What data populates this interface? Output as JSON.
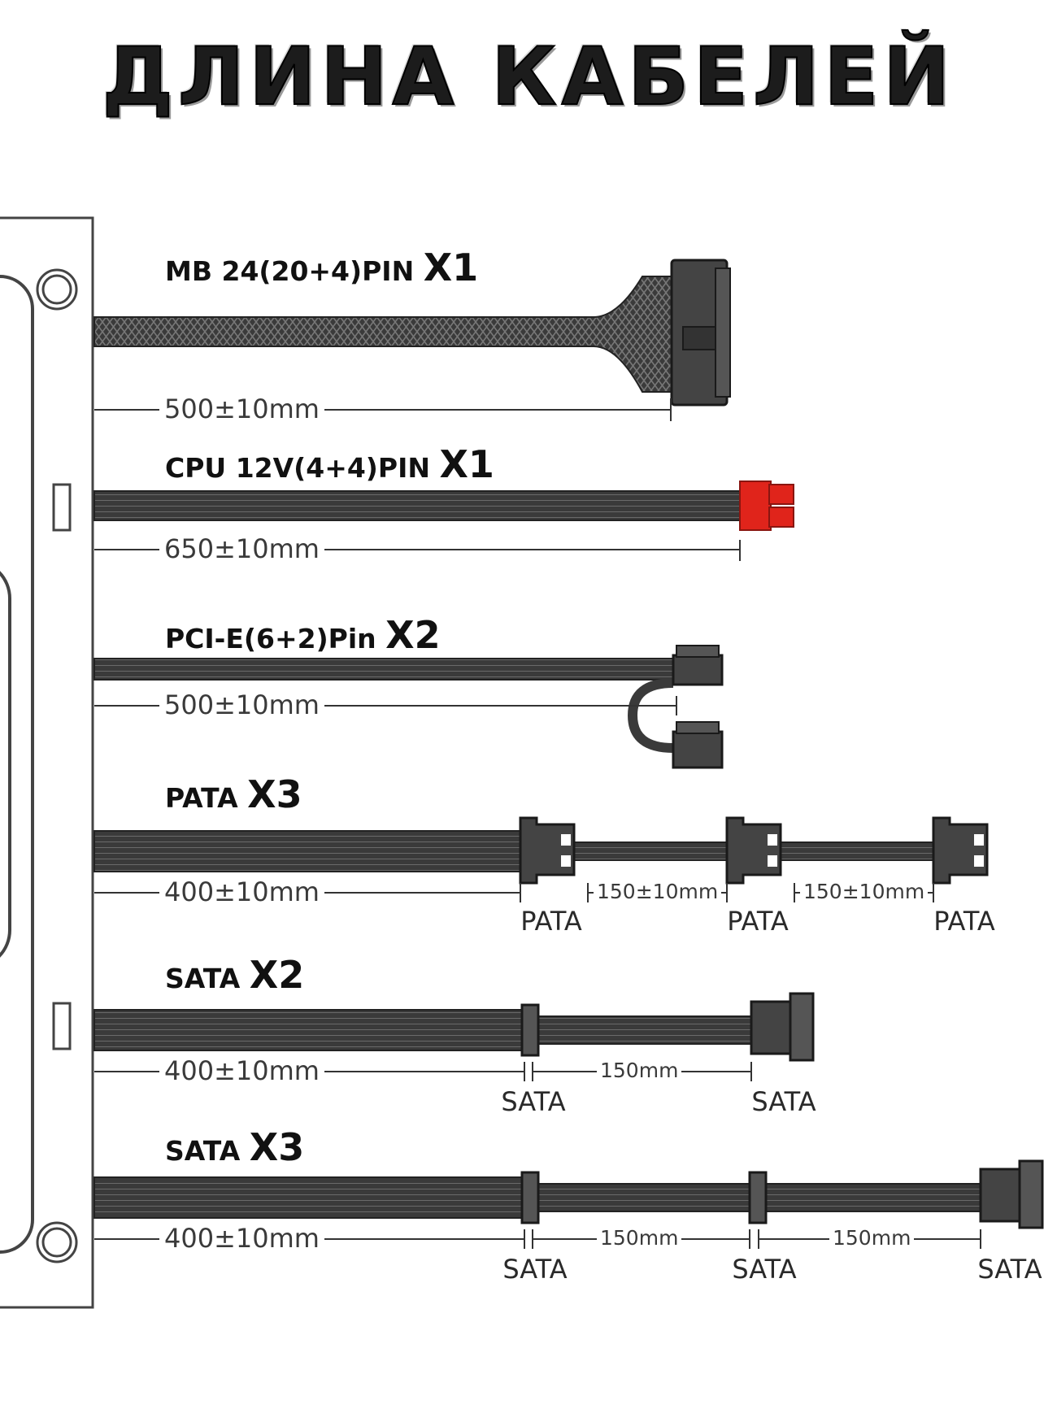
{
  "title": "ДЛИНА КАБЕЛЕЙ",
  "colors": {
    "cable": "#3a3a3a",
    "connector": "#3f3f3f",
    "cpu_connector": "#e0241b",
    "line": "#333333"
  },
  "cables": [
    {
      "label": "MB 24(20+4)PIN ",
      "qty": "X1",
      "length": "500±10mm"
    },
    {
      "label": "CPU 12V(4+4)PIN ",
      "qty": "X1",
      "length": "650±10mm"
    },
    {
      "label": "PCI-E(6+2)Pin ",
      "qty": "X2",
      "length": "500±10mm"
    },
    {
      "label": "PATA ",
      "qty": "X3",
      "length": "400±10mm",
      "segments": [
        "150±10mm",
        "150±10mm"
      ],
      "connectors": [
        "PATA",
        "PATA",
        "PATA"
      ]
    },
    {
      "label": "SATA ",
      "qty": "X2",
      "length": "400±10mm",
      "segments": [
        "150mm"
      ],
      "connectors": [
        "SATA",
        "SATA"
      ]
    },
    {
      "label": "SATA ",
      "qty": "X3",
      "length": "400±10mm",
      "segments": [
        "150mm",
        "150mm"
      ],
      "connectors": [
        "SATA",
        "SATA",
        "SATA"
      ]
    }
  ]
}
